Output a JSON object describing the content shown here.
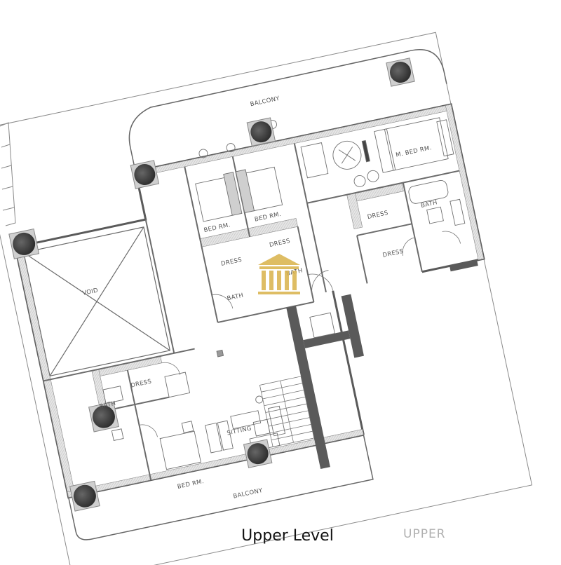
{
  "labels": {
    "balcony_top": "BALCONY",
    "balcony_bottom": "BALCONY",
    "void": "VOID",
    "bed_rm_1": "BED RM.",
    "bed_rm_2": "BED RM.",
    "bed_rm_3": "BED RM.",
    "master_bed": "M. BED RM.",
    "dress_1": "DRESS",
    "dress_2": "DRESS",
    "dress_3": "DRESS",
    "dress_4": "DRESS",
    "dress_5": "DRESS",
    "bath_1": "BATH",
    "bath_2": "BATH",
    "bath_3": "BATH",
    "bath_4": "BATH",
    "sitting": "SITTING"
  },
  "caption": "Upper Level",
  "watermark_label": "UPPER",
  "colors": {
    "wall": "#6b6b6b",
    "dark_wall": "#555555",
    "hatch": "#d8d8d8",
    "column": "#3c3c3c",
    "logo_gold": "#d9b24a"
  }
}
